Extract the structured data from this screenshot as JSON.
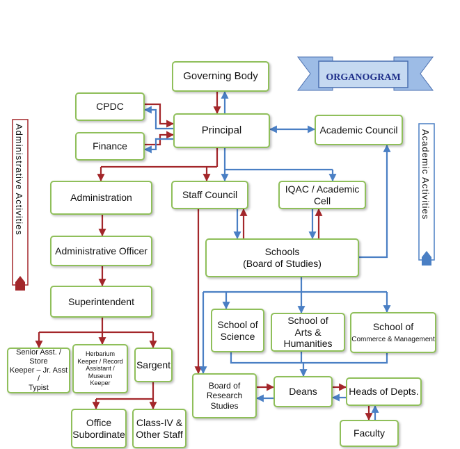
{
  "ribbon": {
    "label": "ORGANOGRAM"
  },
  "side_labels": {
    "left": "Administrative Activities",
    "right": "Academic Activities"
  },
  "nodes": {
    "governing_body": "Governing Body",
    "cpdc": "CPDC",
    "finance": "Finance",
    "principal": "Principal",
    "academic_council": "Academic Council",
    "administration": "Administration",
    "staff_council": "Staff Council",
    "iqac": "IQAC / Academic Cell",
    "admin_officer": "Administrative Officer",
    "schools": "Schools\n(Board of Studies)",
    "superintendent": "Superintendent",
    "school_science": "School of\nScience",
    "school_arts": "School of\nArts & Humanities",
    "school_commerce_title": "School of",
    "school_commerce_sub": "Commerce & Management",
    "senior_asst": "Senior Asst. / Store\nKeeper – Jr. Asst /\nTypist",
    "herbarium": "Herbarium\nKeeper / Record\nAssistant / Museum\nKeeper",
    "sargent": "Sargent",
    "board_research": "Board of\nResearch Studies",
    "deans": "Deans",
    "heads": "Heads of Depts.",
    "office_sub": "Office\nSubordinate",
    "class_iv": "Class-IV &\nOther Staff",
    "faculty": "Faculty"
  },
  "colors": {
    "admin_line": "#a3262a",
    "academic_line": "#4a7fc4",
    "box_border": "#8fbf5a",
    "ribbon_fill": "#bcd3ee",
    "ribbon_text": "#1f2f8a"
  }
}
